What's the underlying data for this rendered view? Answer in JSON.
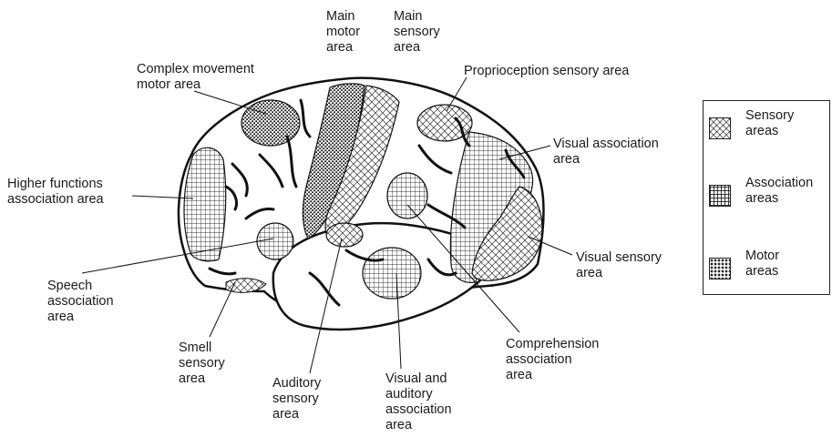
{
  "labels": {
    "main_motor": "Main\nmotor\narea",
    "main_sensory": "Main\nsensory\narea",
    "complex_movement": "Complex movement\nmotor area",
    "proprioception": "Proprioception sensory area",
    "visual_association": "Visual association\narea",
    "higher_functions": "Higher functions\nassociation area",
    "visual_sensory": "Visual  sensory\narea",
    "speech": "Speech\nassociation\narea",
    "smell": "Smell\nsensory\narea",
    "auditory": "Auditory\nsensory\narea",
    "visual_auditory": "Visual and\nauditory\nassociation\narea",
    "comprehension": "Comprehension\nassociation\narea"
  },
  "legend": {
    "items": [
      {
        "label": "Sensory\nareas",
        "pattern": "crosshatch"
      },
      {
        "label": "Association\nareas",
        "pattern": "grid"
      },
      {
        "label": "Motor\nareas",
        "pattern": "dots"
      }
    ]
  },
  "colors": {
    "ink": "#1a1a1a",
    "background": "#ffffff"
  }
}
